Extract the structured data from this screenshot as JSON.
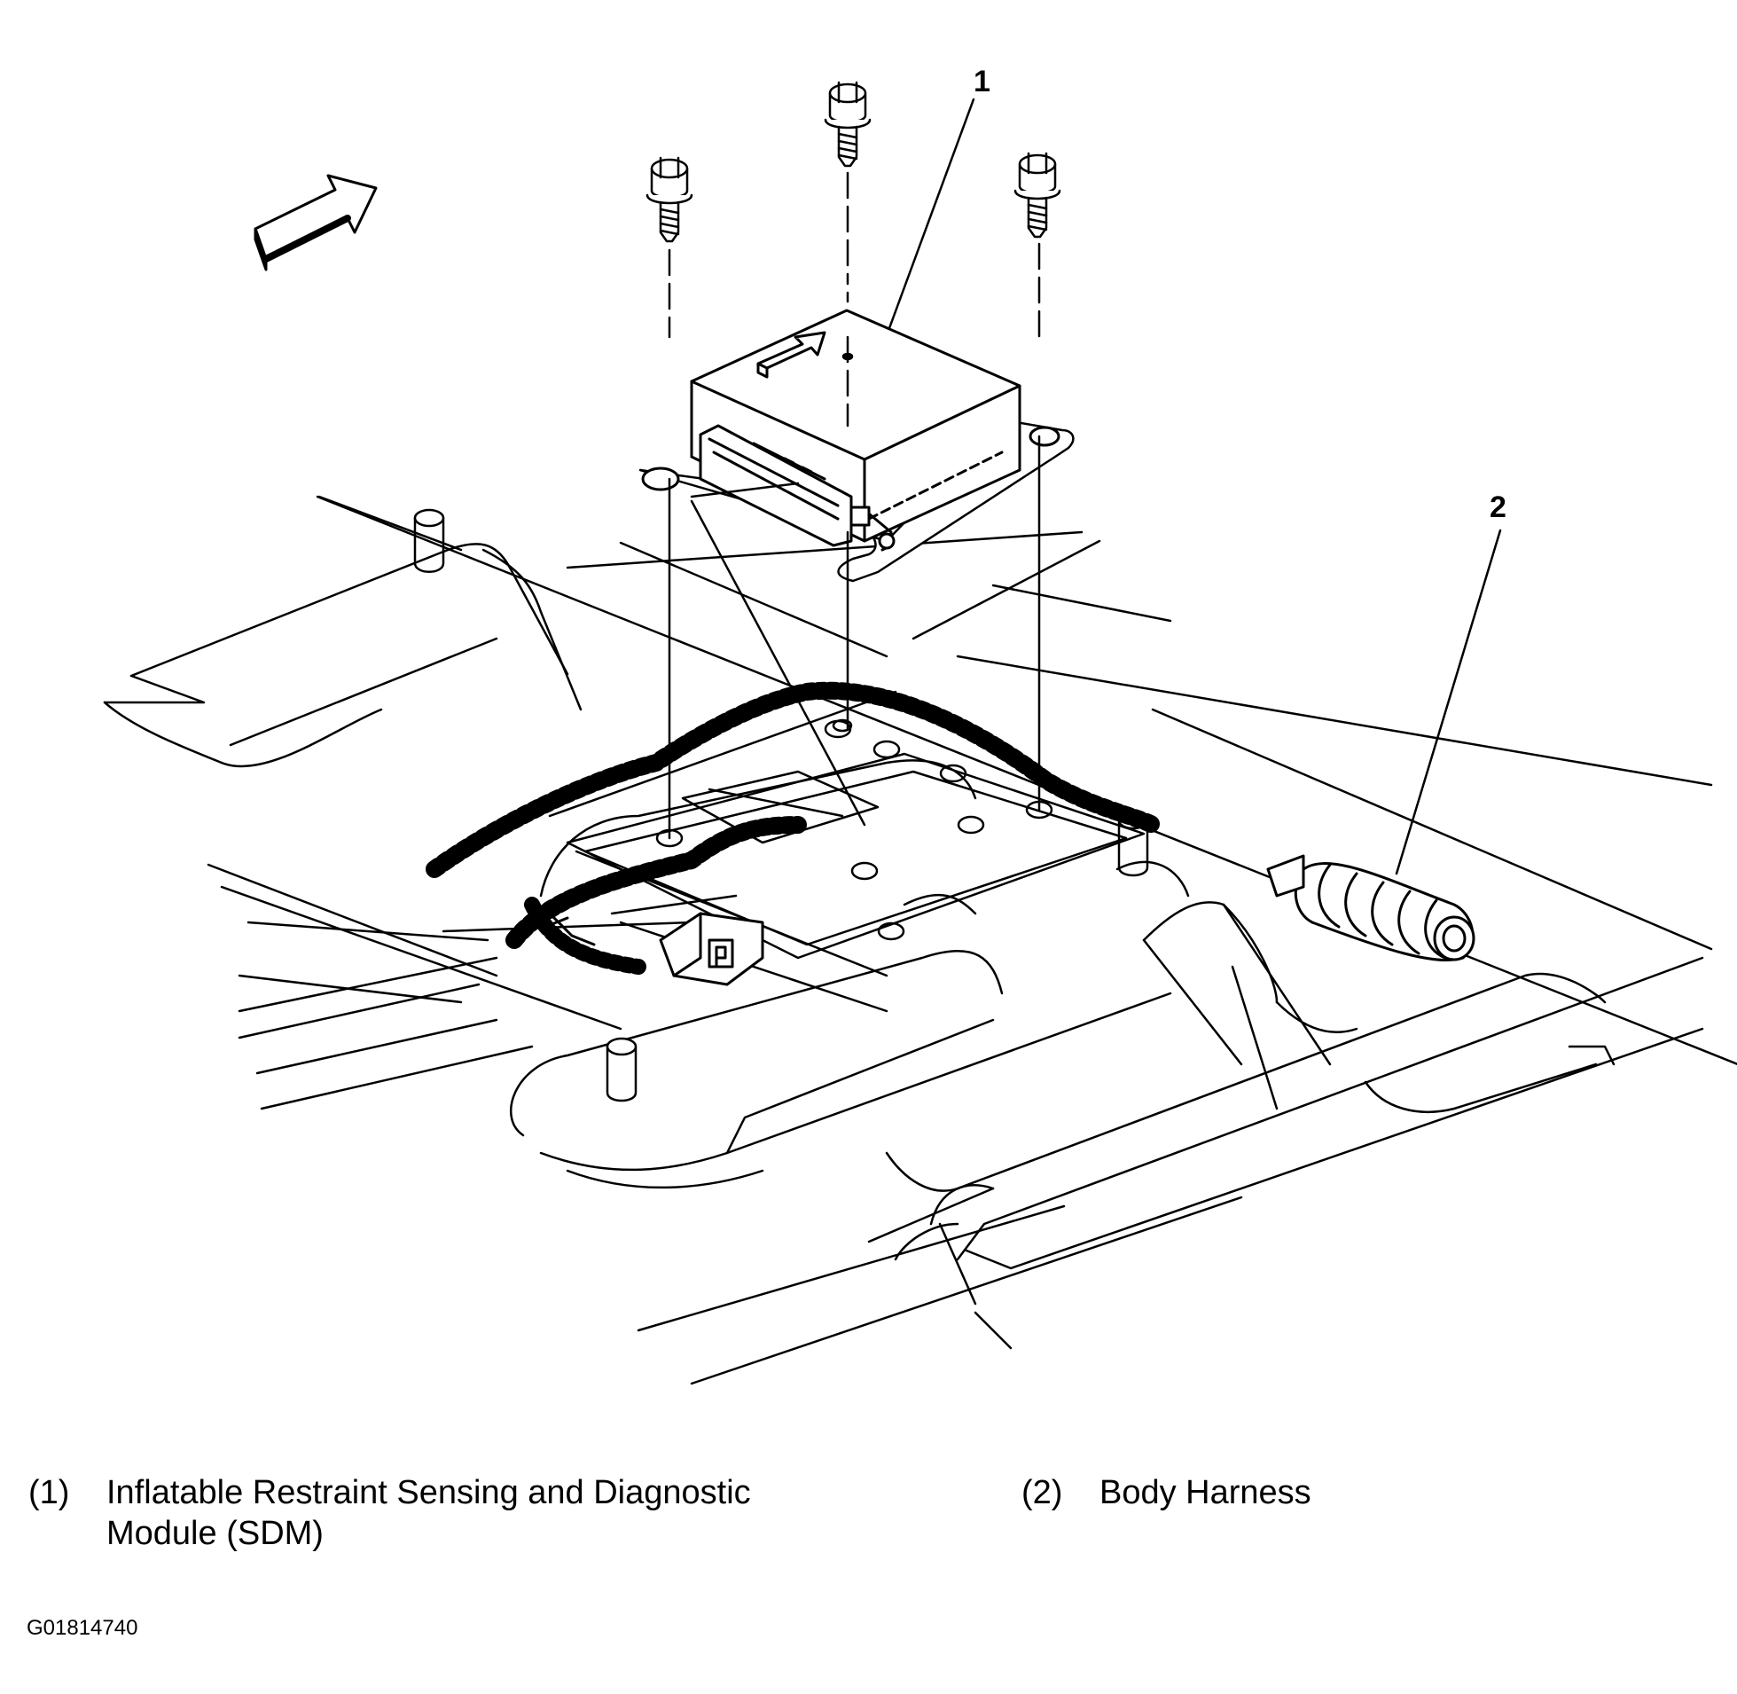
{
  "callouts": [
    {
      "id": "1",
      "label": "1"
    },
    {
      "id": "2",
      "label": "2"
    }
  ],
  "legend": [
    {
      "number": "(1)",
      "text_line1": "Inflatable Restraint Sensing and Diagnostic",
      "text_line2": "Module (SDM)"
    },
    {
      "number": "(2)",
      "text_line1": "Body Harness",
      "text_line2": ""
    }
  ],
  "figure_id": "G01814740",
  "colors": {
    "ink": "#000000",
    "paper": "#ffffff"
  },
  "icons": [
    "front-direction-arrow-icon",
    "bolt-icon",
    "sdm-module-icon",
    "wire-harness-icon"
  ]
}
